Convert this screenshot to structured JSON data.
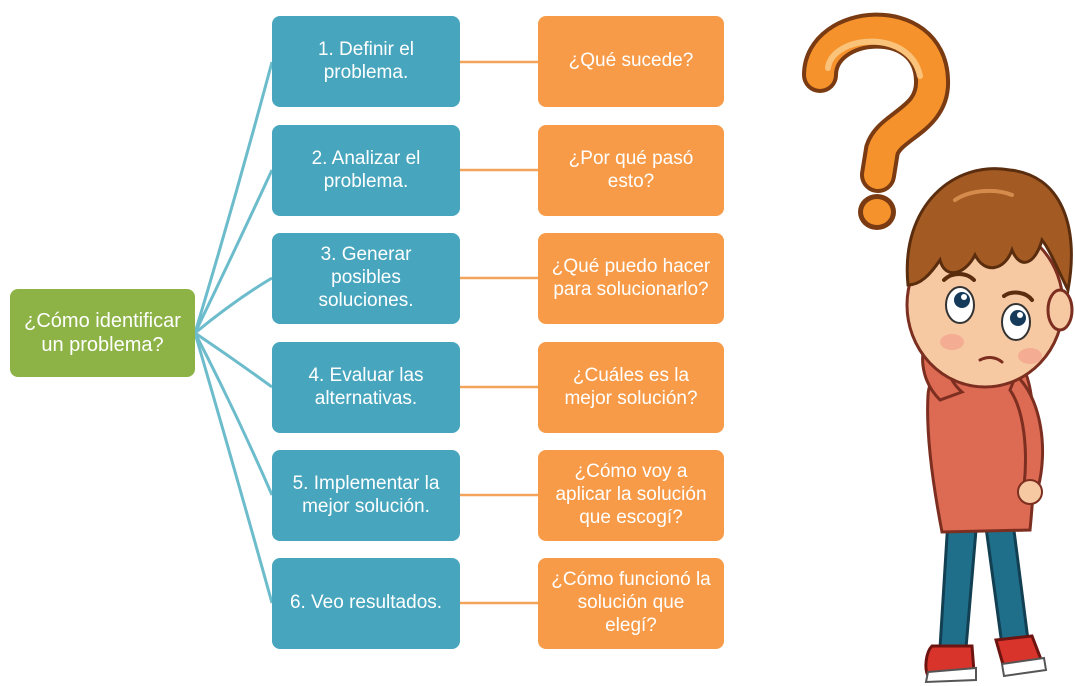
{
  "root": {
    "label": "¿Cómo identificar\nun problema?"
  },
  "steps": [
    {
      "label": "1. Definir el\nproblema.",
      "question": "¿Qué sucede?"
    },
    {
      "label": "2. Analizar el\nproblema.",
      "question": "¿Por qué pasó\nesto?"
    },
    {
      "label": "3. Generar\nposibles\nsoluciones.",
      "question": "¿Qué puedo hacer\npara solucionarlo?"
    },
    {
      "label": "4. Evaluar las\nalternativas.",
      "question": "¿Cuáles es la\nmejor solución?"
    },
    {
      "label": "5. Implementar la\nmejor solución.",
      "question": "¿Cómo voy a\naplicar la solución\nque escogí?"
    },
    {
      "label": "6. Veo resultados.",
      "question": "¿Cómo funcionó la\nsolución que\nelegí?"
    }
  ],
  "colors": {
    "root": "#8db347",
    "step": "#47a6be",
    "question": "#f79b48",
    "connector": "#6cbccc",
    "step_to_question": "#f3a35a"
  },
  "illustration": {
    "subject": "thinking-boy-with-question-mark"
  }
}
